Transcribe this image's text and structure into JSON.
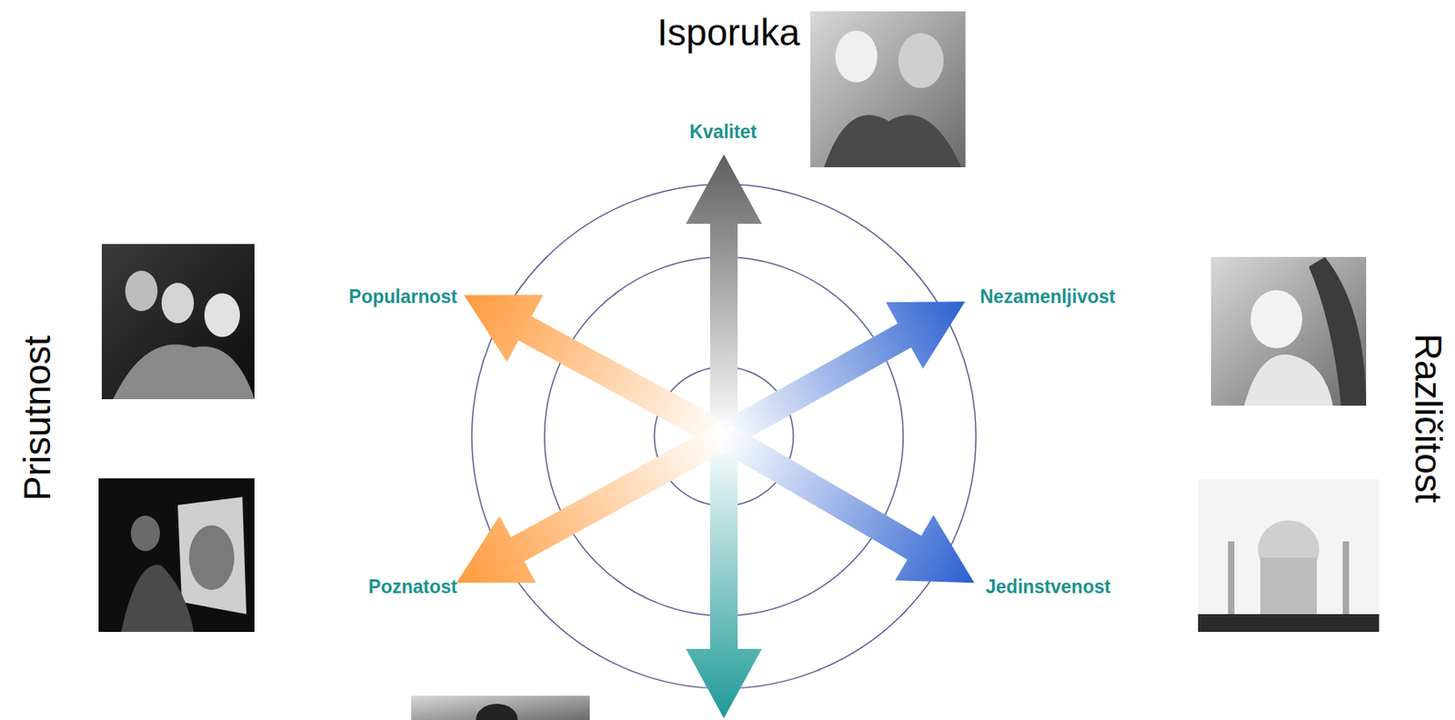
{
  "diagram": {
    "labels": [
      "Isporuka",
      "Kvalitet",
      "Popularnost",
      "Nezamenljivost",
      "Poznatost",
      "Jedinstvenost",
      "Prisutnost",
      "Različitost"
    ]
  }
}
